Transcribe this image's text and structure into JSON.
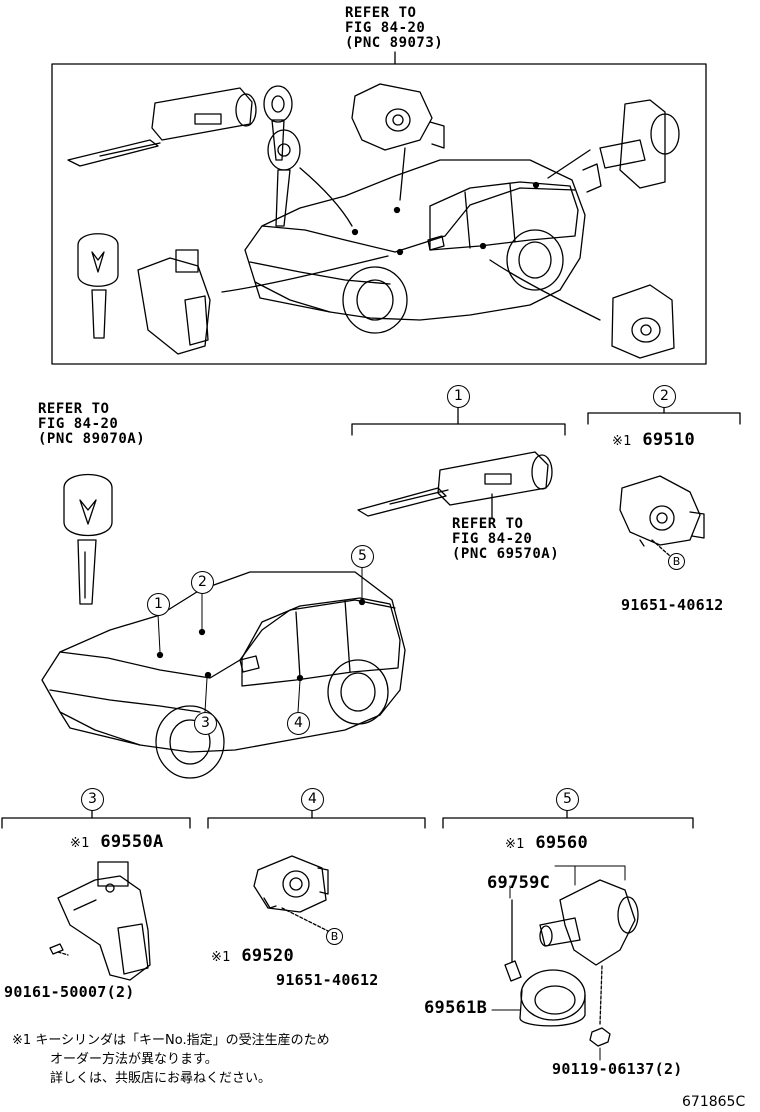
{
  "top_ref": {
    "line1": "REFER TO",
    "line2": "FIG 84-20",
    "line3": "(PNC 89073)"
  },
  "key_ref": {
    "line1": "REFER TO",
    "line2": "FIG 84-20",
    "line3": "(PNC 89070A)"
  },
  "cyl_ref": {
    "line1": "REFER TO",
    "line2": "FIG 84-20",
    "line3": "(PNC 69570A)"
  },
  "callouts": {
    "c1": "1",
    "c2": "2",
    "c3": "3",
    "c4": "4",
    "c5": "5",
    "b": "B"
  },
  "note_mark": "※1",
  "parts": {
    "p69510": "69510",
    "p91651_a": "91651-40612",
    "p69550A": "69550A",
    "p90161": "90161-50007(2)",
    "p69520": "69520",
    "p91651_b": "91651-40612",
    "p69560": "69560",
    "p69759C": "69759C",
    "p69561B": "69561B",
    "p90119": "90119-06137(2)"
  },
  "note": {
    "mark": "※1",
    "line1": "キーシリンダは「キーNo.指定」の受注生産のため",
    "line2": "オーダー方法が異なります。",
    "line3": "詳しくは、共販店にお尋ねください。"
  },
  "diagram_code": "671865C",
  "icons": [
    "key-icon",
    "lock-cylinder-icon",
    "car-wagon-icon",
    "bolt-icon",
    "bezel-ring-icon"
  ]
}
